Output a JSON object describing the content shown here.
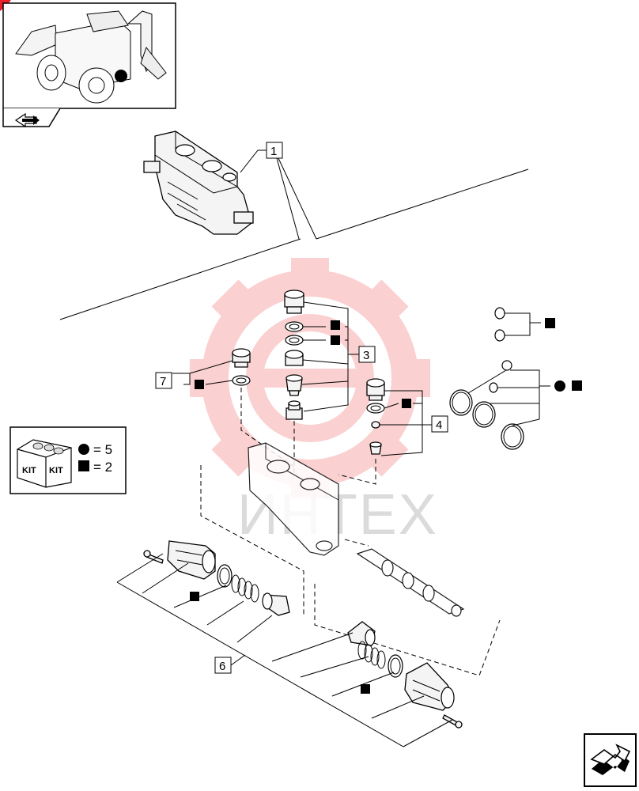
{
  "callouts": {
    "c1": "1",
    "c3": "3",
    "c4": "4",
    "c6": "6",
    "c7": "7"
  },
  "kit_legend": {
    "box_label_1": "KIT",
    "box_label_2": "KIT",
    "circle_qty": "= 5",
    "square_qty": "= 2"
  },
  "watermark": {
    "text": "ИНТЕX",
    "color": "#e8202a"
  },
  "colors": {
    "line": "#000000",
    "watermark_gear": "#f05a5a",
    "corner_mark": "#e8202a"
  },
  "icons": {
    "top_left_nav": "back-arrow-icon",
    "bottom_right_nav": "forward-arrow-icon",
    "overview": "backhoe-loader-thumbnail"
  }
}
